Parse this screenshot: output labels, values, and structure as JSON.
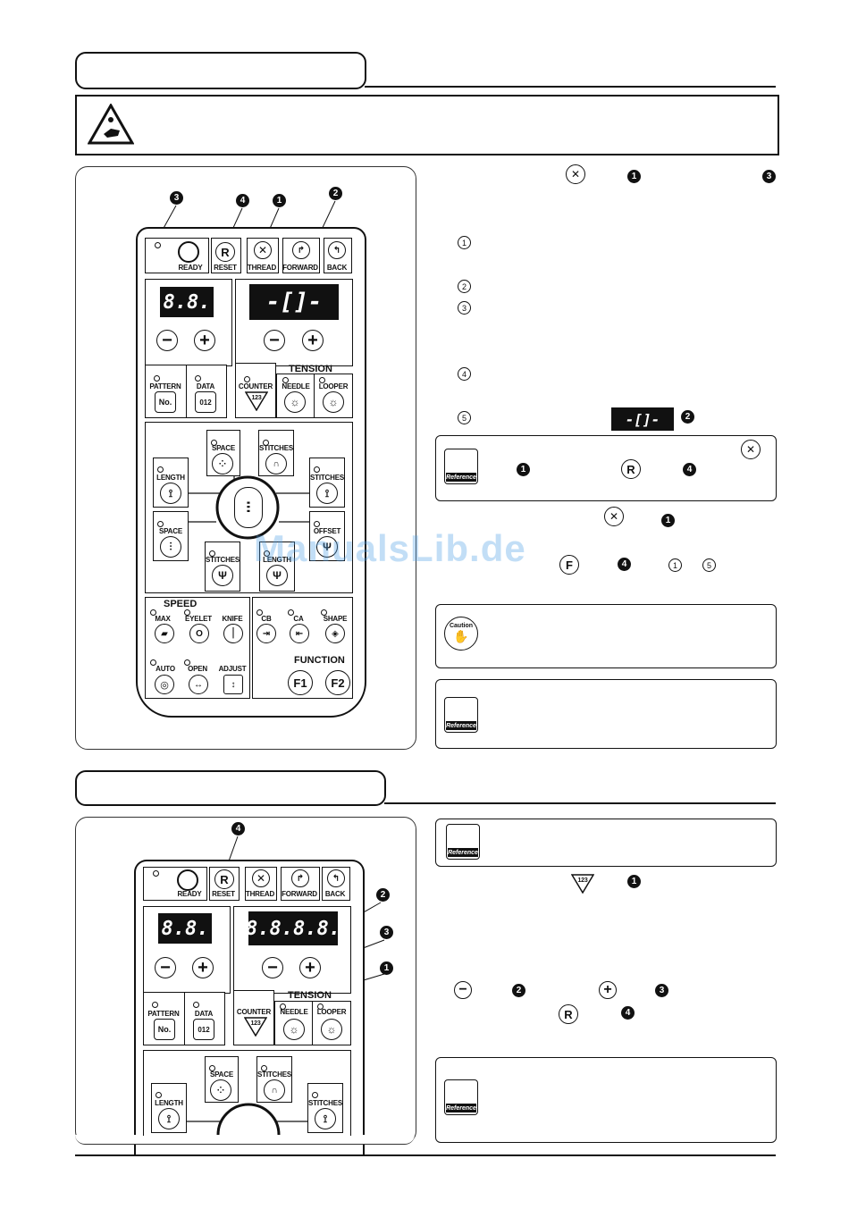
{
  "panel_labels": {
    "ready": "READY",
    "reset": "RESET",
    "thread": "THREAD",
    "forward": "FORWARD",
    "back": "BACK",
    "pattern": "PATTERN",
    "data": "DATA",
    "counter": "COUNTER",
    "needle": "NEEDLE",
    "looper": "LOOPER",
    "tension": "TENSION",
    "space": "SPACE",
    "stitches": "STITCHES",
    "length": "LENGTH",
    "offset": "OFFSET",
    "speed": "SPEED",
    "max": "MAX",
    "eyelet": "EYELET",
    "knife": "KNIFE",
    "cb": "CB",
    "ca": "CA",
    "shape": "SHAPE",
    "auto": "AUTO",
    "open": "OPEN",
    "adjust": "ADJUST",
    "function": "FUNCTION",
    "f1": "F1",
    "f2": "F2",
    "no_key": "No.",
    "data_key": "012",
    "counter_key": "123",
    "r_key": "R"
  },
  "displays": {
    "small_fig1": "8.8.",
    "large_fig1": "-[]-",
    "small_fig2": "8.8.",
    "large_fig2": "8.8.8.8.",
    "inline_display": "-[]-"
  },
  "callouts": {
    "n1": "1",
    "n2": "2",
    "n3": "3",
    "n4": "4",
    "c1": "1",
    "c2": "2",
    "c3": "3",
    "c4": "4",
    "c5": "5"
  },
  "ref_labels": {
    "reference": "Reference",
    "caution": "Caution"
  },
  "watermark": "ManualsLib.de",
  "inline_keys": {
    "f": "F"
  }
}
